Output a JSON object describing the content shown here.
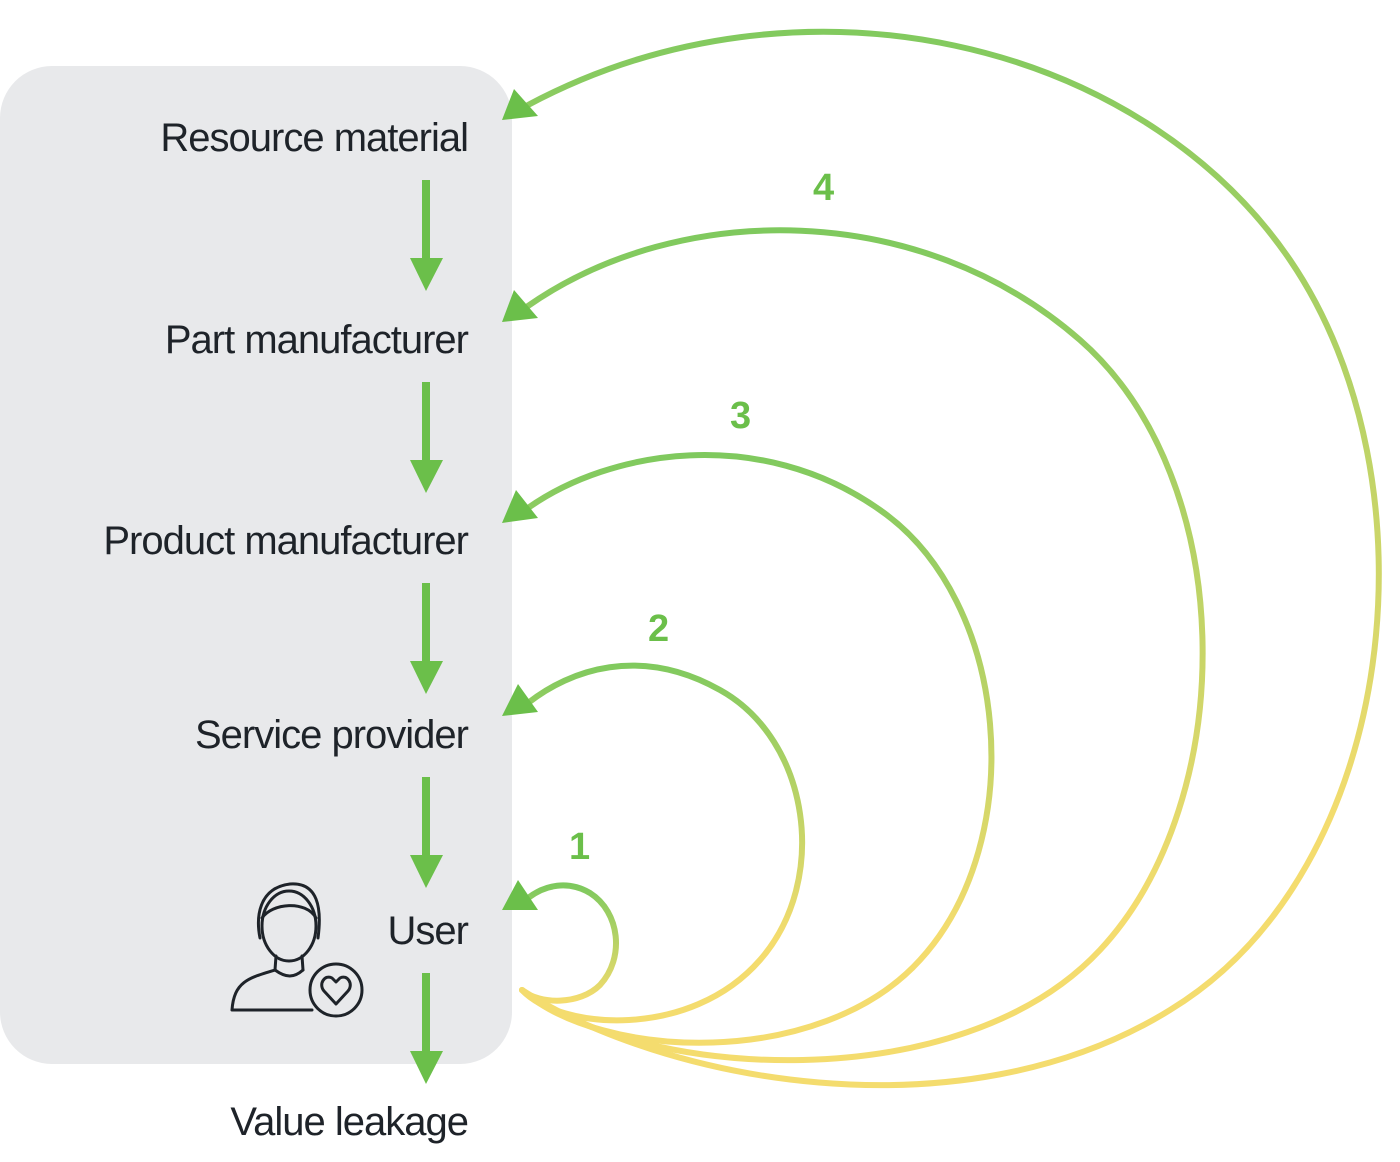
{
  "stages": [
    {
      "label": "Resource material"
    },
    {
      "label": "Part manufacturer"
    },
    {
      "label": "Product manufacturer"
    },
    {
      "label": "Service provider"
    },
    {
      "label": "User"
    }
  ],
  "end_label": "Value leakage",
  "loops": [
    {
      "number": "1",
      "returns_to": "User"
    },
    {
      "number": "2",
      "returns_to": "Service provider"
    },
    {
      "number": "3",
      "returns_to": "Product manufacturer"
    },
    {
      "number": "4",
      "returns_to": "Part manufacturer"
    },
    {
      "number": "",
      "returns_to": "Resource material"
    }
  ],
  "colors": {
    "arrow_green": "#6bbf4a",
    "loop_green": "#7ec95e",
    "loop_yellow": "#f4dc6e",
    "panel": "#e8e9eb",
    "text": "#1e2329"
  }
}
